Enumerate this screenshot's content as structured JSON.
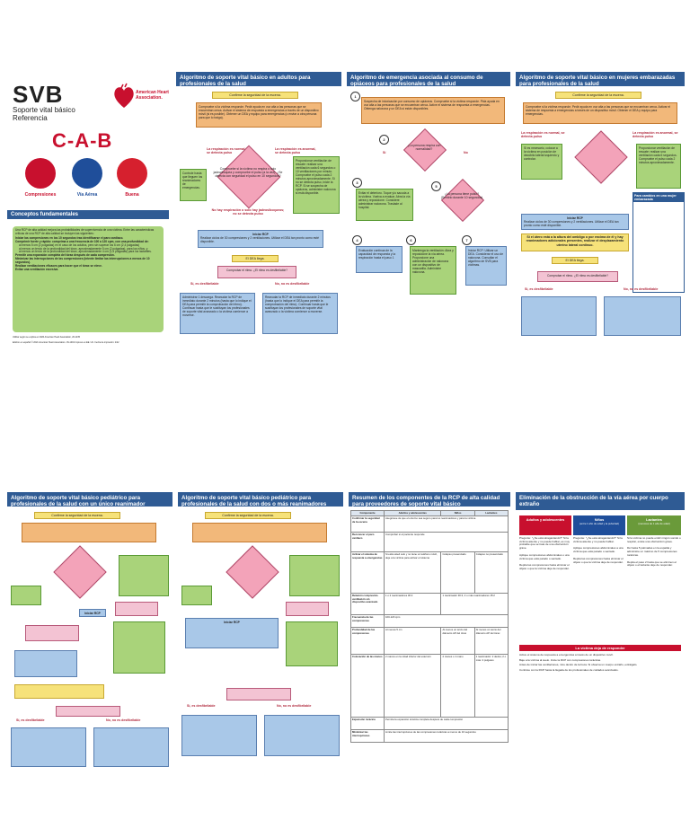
{
  "cover": {
    "title": "SVB",
    "subtitle": "Soporte vital básico",
    "sub2": "Referencia",
    "aha": "American Heart Association.",
    "cab": "C-A-B",
    "circle_labels": [
      "Compresiones",
      "Vía Aérea",
      "Buena"
    ],
    "concepts_header": "Conceptos fundamentales",
    "concepts_text": "Una RCP de alta calidad mejora las probabilidades de supervivencia de una víctima. Entre las características críticas de una RCP de alta calidad se incluyen las siguientes:",
    "concepts_items": [
      "Iniciar las compresiones en los 10 segundos tras identificarse el paro cardiaco.",
      "Comprimir fuerte y rápido: comprima a una frecuencia de 100 a 120 cpm, con una profundidad de:",
      "al menos 5 cm (2 pulgadas) en el caso de los adultos, pero sin superar los 6 cm (2,4 pulgadas)",
      "al menos un tercio de la profundidad del tórax, aproximadamente 5 cm (2 pulgadas), para los niños, y",
      "al menos un tercio de la profundidad del tórax, aproximadamente 4 cm (1,5 pulgadas) para los lactantes.",
      "Permitir una expansión completa del tórax después de cada compresión.",
      "Minimizar las interrupciones de las compresiones (intente limitar las interrupciones a menos de 10 segundos).",
      "Realizar ventilaciones eficaces para hacer que el tórax se eleve.",
      "Evitar una ventilación excesiva."
    ],
    "footnote1": "Utilizar según se explica en 2020 American Heart Association, 20-1135",
    "footnote2": "Edición en español © 2021 American Heart Association. JN-1001 Impreso en EE. UU. Fecha de impresión: 2/22"
  },
  "panel1": {
    "title": "Algoritmo de soporte vital básico en adultos para profesionales de la salud",
    "start": "Confirme la seguridad de la escena.",
    "step1": "Compruebe si la víctima responde. Pedir ayuda en voz alta a las personas que se encuentran cerca. Activar el sistema de respuesta a emergencias a través de un dispositivo móvil (si es posible). Obtener un DEA y equipo para emergencias (o enviar a otra persona para que lo traiga).",
    "left_lbl": "La respiración es normal, se detecta pulso",
    "right_lbl": "La respiración es anormal, se detecta pulso",
    "left_box": "Controle hasta que lleguen los reanimadores de emergencias.",
    "diamond": "Compruebe si la víctima no respira o solo jadea/boquea y compruebe el pulso (a la vez). ¿Se detecta con seguridad el pulso en 10 segundos?",
    "right_box": "Proporcionar ventilación de rescate: realizar una ventilación cada 6 segundos o 10 ventilaciones por minuto. Compruebe el pulso cada 2 minutos aproximadamente. Si no se detecta pulso, inicie la RCP. Si se sospecha de opiáceos, administre naloxona si está disponible.",
    "no_lbl": "No hay respiración o solo hay jadeos/boqueos; no se detecta pulso",
    "rcp": "Iniciar RCP",
    "rcp_items": "Realizar ciclos de 30 compresiones y 2 ventilaciones. Utilizar el DEA tan pronto como esté disponible.",
    "dea": "El DEA llega.",
    "check": "Comprobar el ritmo. ¿El ritmo es desfibrilable?",
    "yes_lbl": "Sí, es desfibrilable",
    "no_lbl2": "No, no es desfibrilable",
    "yes_box": "Administrar 1 descarga. Reanudar la RCP de inmediato durante 2 minutos (hasta que lo indique el DEA para permitir la comprobación del ritmo). Continuar hasta que le sustituyan los profesionales de soporte vital avanzado o la víctima comience a moverse.",
    "no_box": "Reanudar la RCP de inmediato durante 2 minutos (hasta que lo indique el DEA para permitir la comprobación del ritmo). Continuar hasta que le sustituyan los profesionales de soporte vital avanzado o la víctima comience a moverse."
  },
  "panel2": {
    "title": "Algoritmo de emergencia asociada al consumo de opiáceos para profesionales de la salud",
    "step1": "Sospecha de intoxicación por consumo de opiáceos. Compruebe si la víctima responde. Pida ayuda en voz alta a las personas que se encuentran cerca. Active el sistema de respuesta a emergencias. Obtenga naloxona y un DEA si están disponibles.",
    "q2": "¿La persona respira con normalidad?",
    "si": "Sí",
    "no": "No",
    "step3": "Evitar el deterioro. Toque y/o sacuda a la víctima. Vuelva a evaluar. Abra la vía aérea y reposicione. Considere administrar naloxona. Traslade al hospital.",
    "q5": "¿La persona tiene pulso? (Sentirlo durante 10 segundos)",
    "step4": "Evaluación continua de la capacidad de respuesta y la respiración hasta el paso 1",
    "step6": "Mantenga la ventilación: Abra y reposicione la vía aérea. Proporcione una administración de naloxona con un dispositivo de mascarilla. Administre naloxona.",
    "step7": "Iniciar RCP: Utilizar un DEA. Considerar el uso de naloxona. Consultar el algoritmo de SVB para víctimas."
  },
  "panel3": {
    "title": "Algoritmo de soporte vital básico en mujeres embarazadas para profesionales de la salud",
    "start": "Confirme la seguridad de la escena.",
    "step1": "Compruebe si la víctima responde. Pedir ayuda en voz alta a las personas que se encuentran cerca. Activar el sistema de respuesta a emergencias a través de un dispositivo móvil. Obtener el DEA y equipo para emergencias.",
    "left_lbl": "La respiración es normal, se detecta pulso",
    "right_lbl": "La respiración es anormal, se detecta pulso",
    "left_box": "Si es necesario, colocar a la víctima en posición de decúbito lateral izquierdo y controlar.",
    "right_box": "Proporcionar ventilación de rescate: realizar una ventilación cada 6 segundos. Compruebe el pulso cada 2 minutos aproximadamente.",
    "rcp": "Iniciar RCP",
    "rcp_items": "Realizar ciclos de 30 compresiones y 2 ventilaciones. Utilizar el DEA tan pronto como esté disponible.",
    "uterus": "Si el útero está a la altura del ombligo o por encima de él y hay reanimadores adicionales presentes, realizar el desplazamiento uterino lateral continuo.",
    "side_title": "Para cambios en una mujer embarazada",
    "dea": "El DEA llega.",
    "check": "Comprobar el ritmo. ¿El ritmo es desfibrilable?",
    "yes_lbl": "Sí, es desfibrilable",
    "no_lbl": "No, no es desfibrilable"
  },
  "panel4": {
    "title": "Algoritmo de soporte vital básico pediátrico para profesionales de la salud con un único reanimador",
    "start": "Confirme la seguridad de la escena.",
    "rcp": "Iniciar RCP",
    "yes_lbl": "Sí, es desfibrilable",
    "no_lbl": "No, no es desfibrilable"
  },
  "panel5": {
    "title": "Algoritmo de soporte vital básico pediátrico para profesionales de la salud con dos o más reanimadores",
    "start": "Confirme la seguridad de la escena.",
    "rcp": "Iniciar RCP",
    "yes_lbl": "Sí, es desfibrilable",
    "no_lbl": "No, no es desfibrilable"
  },
  "panel6": {
    "title": "Resumen de los componentes de la RCP de alta calidad para proveedores de soporte vital básico",
    "headers": [
      "Componente",
      "Adultos y adolescentes",
      "Niños",
      "Lactantes"
    ],
    "rows": [
      [
        "Confirmar la seguridad de la escena",
        "Asegúrese de que el entorno sea seguro para los reanimadores y para la víctima",
        "",
        ""
      ],
      [
        "Reconocer el paro cardiaco",
        "Comprobar si el paciente responde",
        "",
        ""
      ],
      [
        "Activar el sistema de respuesta a emergencias",
        "Si está usted solo y no tiene un teléfono móvil, deje a la víctima para activar el sistema",
        "Colapso presenciado",
        "Colapso no presenciado"
      ],
      [
        "Relación compresión-ventilación sin dispositivo avanzado",
        "1 o 2 reanimadores 30:2",
        "1 reanimador 30:2; 2 o más reanimadores 15:2",
        ""
      ],
      [
        "Frecuencia de las compresiones",
        "100-120 cpm",
        "",
        ""
      ],
      [
        "Profundidad de las compresiones",
        "Al menos 5 cm",
        "Al menos un tercio del diámetro AP del tórax",
        "Al menos un tercio del diámetro AP del tórax"
      ],
      [
        "Colocación de las manos",
        "2 manos en la mitad inferior del esternón",
        "2 manos o 1 mano",
        "1 reanimador: 2 dedos; 2 o más: 2 pulgares"
      ],
      [
        "Expansión torácica",
        "Permita la expansión torácica completa después de cada compresión",
        "",
        ""
      ],
      [
        "Minimizar las interrupciones",
        "Limite las interrupciones de las compresiones torácicas a menos de 10 segundos",
        "",
        ""
      ]
    ]
  },
  "panel7": {
    "title": "Eliminación de la obstrucción de la vía aérea por cuerpo extraño",
    "cols": [
      "Adultos y adolescentes",
      "Niños",
      "Lactantes"
    ],
    "col_subs": [
      "",
      "(entre 1 año de edad y la pubertad)",
      "(menores de 1 año de edad)"
    ],
    "items_adult": [
      "Pregunte: \"¿Se está atragantando?\" Si la víctima asiente y no puede hablar, es muy probable que se trate de una obstrucción grave.",
      "Aplique compresiones abdominales o una víctima que está parado o sentado.",
      "Repita las compresiones hasta eliminar el objeto o que la víctima deje de responder."
    ],
    "items_child": [
      "Pregunte: \"¿Se está atragantando?\" Si la víctima asiente y no puede hablar.",
      "Aplique compresiones abdominales a una víctima que está parado o sentado.",
      "Repita las compresiones hasta eliminar el objeto o que la víctima deje de responder."
    ],
    "items_infant": [
      "Si la víctima no puede emitir ningún sonido o respirar, existe una obstrucción grave.",
      "Dé hasta 5 palmadas en la espalda y administre un máximo de 5 compresiones torácicas.",
      "Repita el paso 2 hasta que se eliminen el objeto o el lactante deje de responder."
    ],
    "sub_header": "La víctima deja de responder",
    "steps": [
      "Active el sistema de respuesta a emergencias a través de un dispositivo móvil.",
      "Baje a la víctima al suelo. Inicie la RCP con compresiones torácicas.",
      "Antes de iniciar las ventilaciones, mire dentro de la boca. Si observa un cuerpo extraño, extráigalo.",
      "Continúe con la RCP hasta la llegada de los profesionales de cuidados avanzados."
    ]
  }
}
